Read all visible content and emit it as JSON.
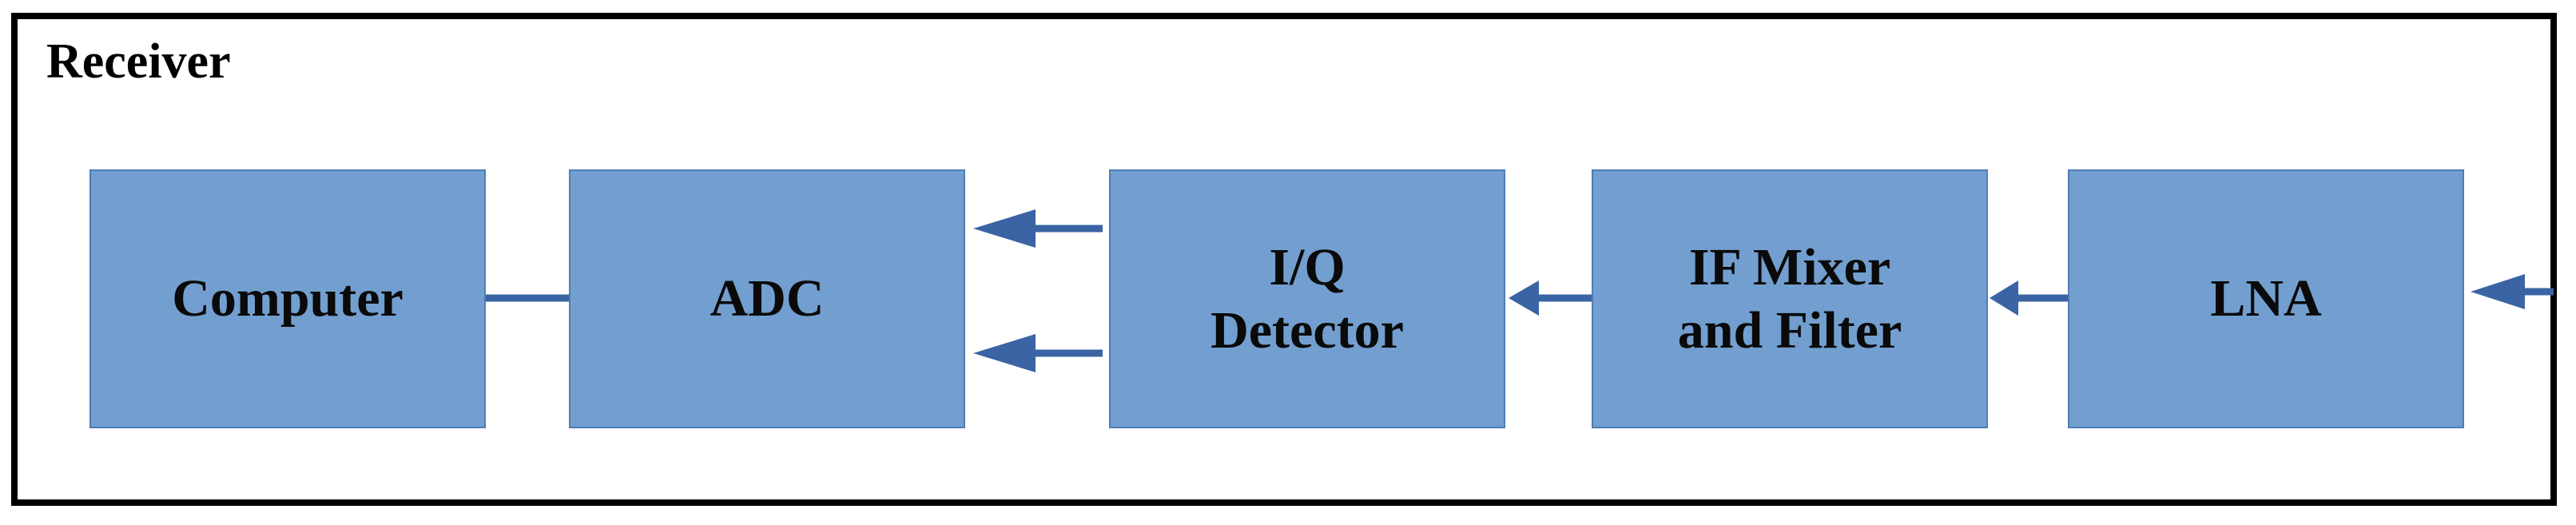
{
  "diagram": {
    "title": "Receiver",
    "blocks": [
      {
        "id": "computer",
        "label": "Computer"
      },
      {
        "id": "adc",
        "label": "ADC"
      },
      {
        "id": "iq",
        "label": "I/Q\nDetector"
      },
      {
        "id": "if",
        "label": "IF Mixer\nand Filter"
      },
      {
        "id": "lna",
        "label": "LNA"
      }
    ],
    "connections": [
      {
        "from": "computer",
        "to": "adc",
        "type": "line"
      },
      {
        "from": "iq",
        "to": "adc",
        "type": "arrow",
        "count": 2
      },
      {
        "from": "if",
        "to": "iq",
        "type": "arrow"
      },
      {
        "from": "lna",
        "to": "if",
        "type": "arrow"
      },
      {
        "from": "input",
        "to": "lna",
        "type": "arrow"
      }
    ],
    "colors": {
      "block_fill": "#729fcf",
      "block_border": "#4f7db5",
      "connector": "#3a64a3",
      "frame": "#000000"
    }
  }
}
